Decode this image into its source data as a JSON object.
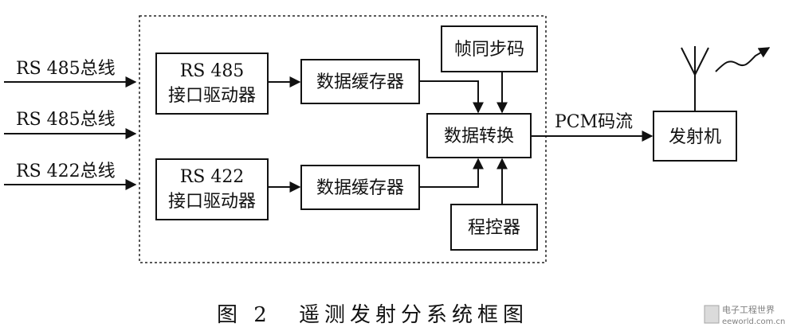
{
  "inputs": {
    "rs485_bus_1": "RS 485总线",
    "rs485_bus_2": "RS 485总线",
    "rs422_bus": "RS 422总线"
  },
  "blocks": {
    "rs485_driver": [
      "RS 485",
      "接口驱动器"
    ],
    "rs422_driver": [
      "RS 422",
      "接口驱动器"
    ],
    "buffer_top": "数据缓存器",
    "buffer_bottom": "数据缓存器",
    "frame_sync": "帧同步码",
    "data_convert": "数据转换",
    "program_control": "程控器",
    "transmitter": "发射机"
  },
  "edges": {
    "pcm_stream": "PCM码流"
  },
  "caption": {
    "figure_number": "图 2",
    "title": "遥测发射分系统框图"
  },
  "watermark": {
    "name": "电子工程世界",
    "url": "eeworld.com.cn"
  }
}
